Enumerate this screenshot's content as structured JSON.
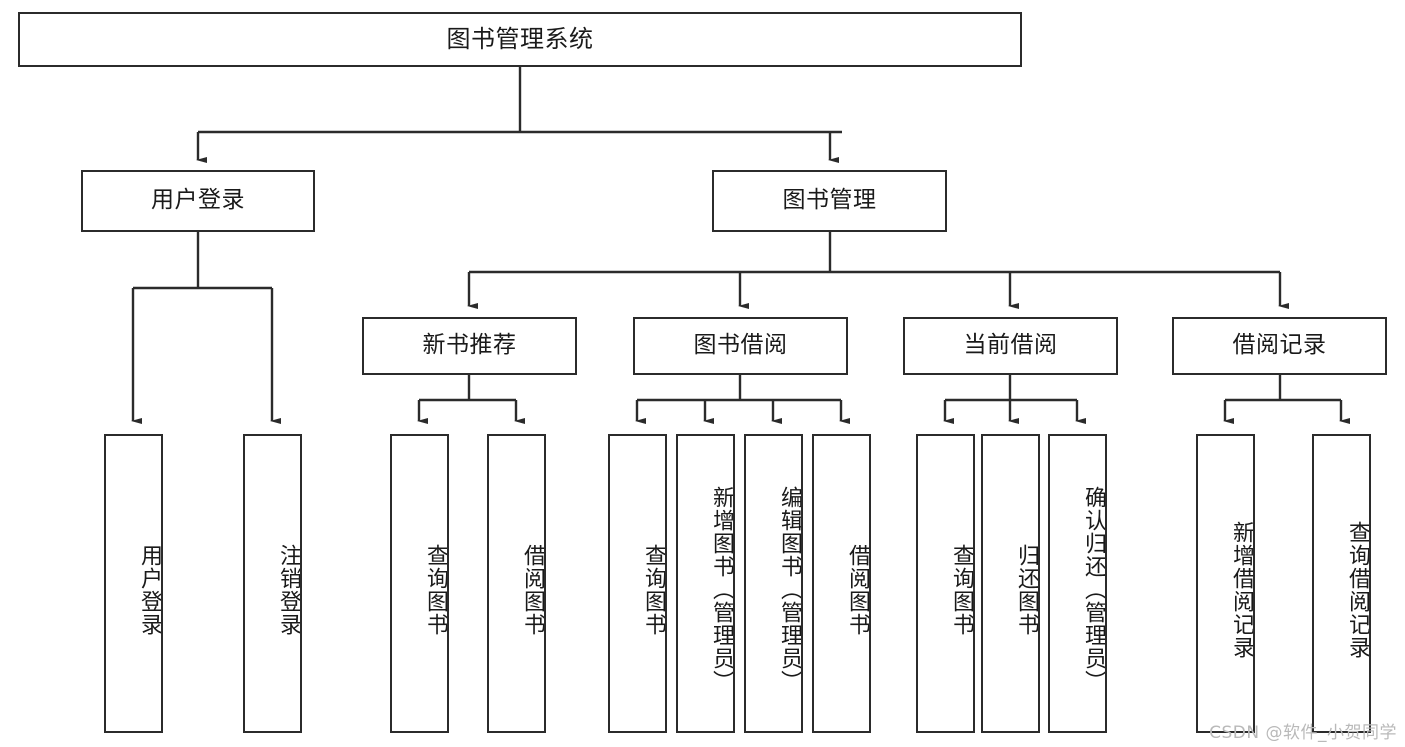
{
  "diagram": {
    "type": "tree-hierarchy-chart",
    "title": "图书管理系统",
    "root": {
      "label": "图书管理系统"
    },
    "level1": [
      {
        "label": "用户登录"
      },
      {
        "label": "图书管理"
      }
    ],
    "level2": [
      {
        "label": "新书推荐"
      },
      {
        "label": "图书借阅"
      },
      {
        "label": "当前借阅"
      },
      {
        "label": "借阅记录"
      }
    ],
    "leaves": {
      "user_login": [
        {
          "label": "用户登录"
        },
        {
          "label": "注销登录"
        }
      ],
      "new_book_recommend": [
        {
          "label": "查询图书"
        },
        {
          "label": "借阅图书"
        }
      ],
      "book_borrow": [
        {
          "label": "查询图书"
        },
        {
          "label": "新增图书（管理员）"
        },
        {
          "label": "编辑图书（管理员）"
        },
        {
          "label": "借阅图书"
        }
      ],
      "current_borrow": [
        {
          "label": "查询图书"
        },
        {
          "label": "归还图书"
        },
        {
          "label": "确认归还（管理员）"
        }
      ],
      "borrow_record": [
        {
          "label": "新增借阅记录"
        },
        {
          "label": "查询借阅记录"
        }
      ]
    },
    "watermark": "CSDN @软件_小贺同学",
    "colors": {
      "stroke": "#2b2b2b",
      "fill": "#ffffff",
      "text": "#1a1a1a",
      "watermark": "#b9b9b9"
    }
  }
}
